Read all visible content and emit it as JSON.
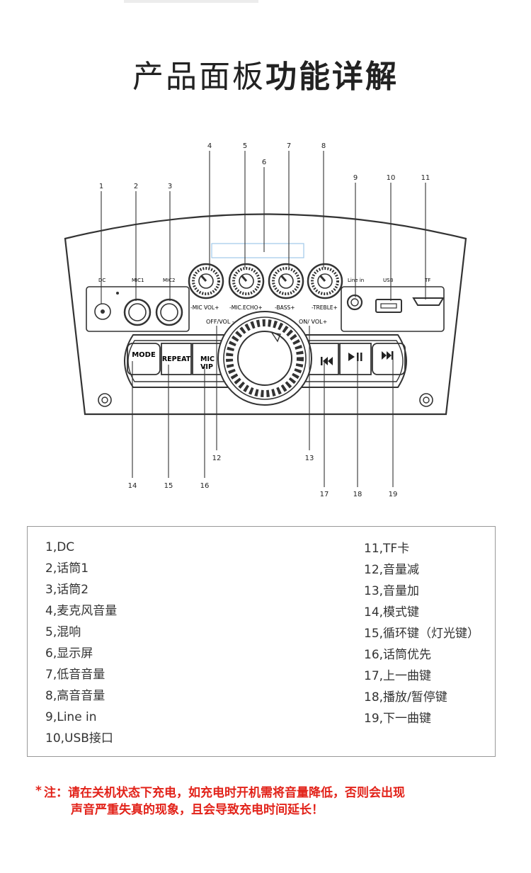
{
  "title": {
    "light": "产品面板",
    "bold": "功能详解"
  },
  "callouts": [
    "1",
    "2",
    "3",
    "4",
    "5",
    "6",
    "7",
    "8",
    "9",
    "10",
    "11",
    "12",
    "13",
    "14",
    "15",
    "16",
    "17",
    "18",
    "19"
  ],
  "panel_labels": {
    "dc": "DC",
    "mic1": "MIC1",
    "mic2": "MIC2",
    "line_in": "Line in",
    "usb": "USB",
    "tf": "TF",
    "mic_vol": "-MIC VOL+",
    "mic_echo": "-MIC.ECHO+",
    "bass": "-BASS+",
    "treble": "-TREBLE+",
    "off_vol": "OFF/VOL -",
    "on_vol": "ON/ VOL+",
    "mode": "MODE",
    "repeat": "REPEAT",
    "mic_vip_1": "MIC",
    "mic_vip_2": "VIP"
  },
  "legend_left": [
    "1,DC",
    "2,话筒1",
    "3,话筒2",
    "4,麦克风音量",
    "5,混响",
    "6,显示屏",
    "7,低音音量",
    "8,高音音量",
    "9,Line in",
    "10,USB接口"
  ],
  "legend_right": [
    "11,TF卡",
    "12,音量减",
    "13,音量加",
    "14,模式键",
    "15,循环键（灯光键）",
    "16,话筒优先",
    "17,上一曲键",
    "18,播放/暂停键",
    "19,下一曲键"
  ],
  "note": {
    "star": "*",
    "line1": "注：请在关机状态下充电，如充电时开机需将音量降低，否则会出现",
    "line2": "声音严重失真的现象，且会导致充电时间延长！"
  },
  "colors": {
    "note": "#e2231a",
    "line": "#333333",
    "display": "#9fc9e8"
  }
}
